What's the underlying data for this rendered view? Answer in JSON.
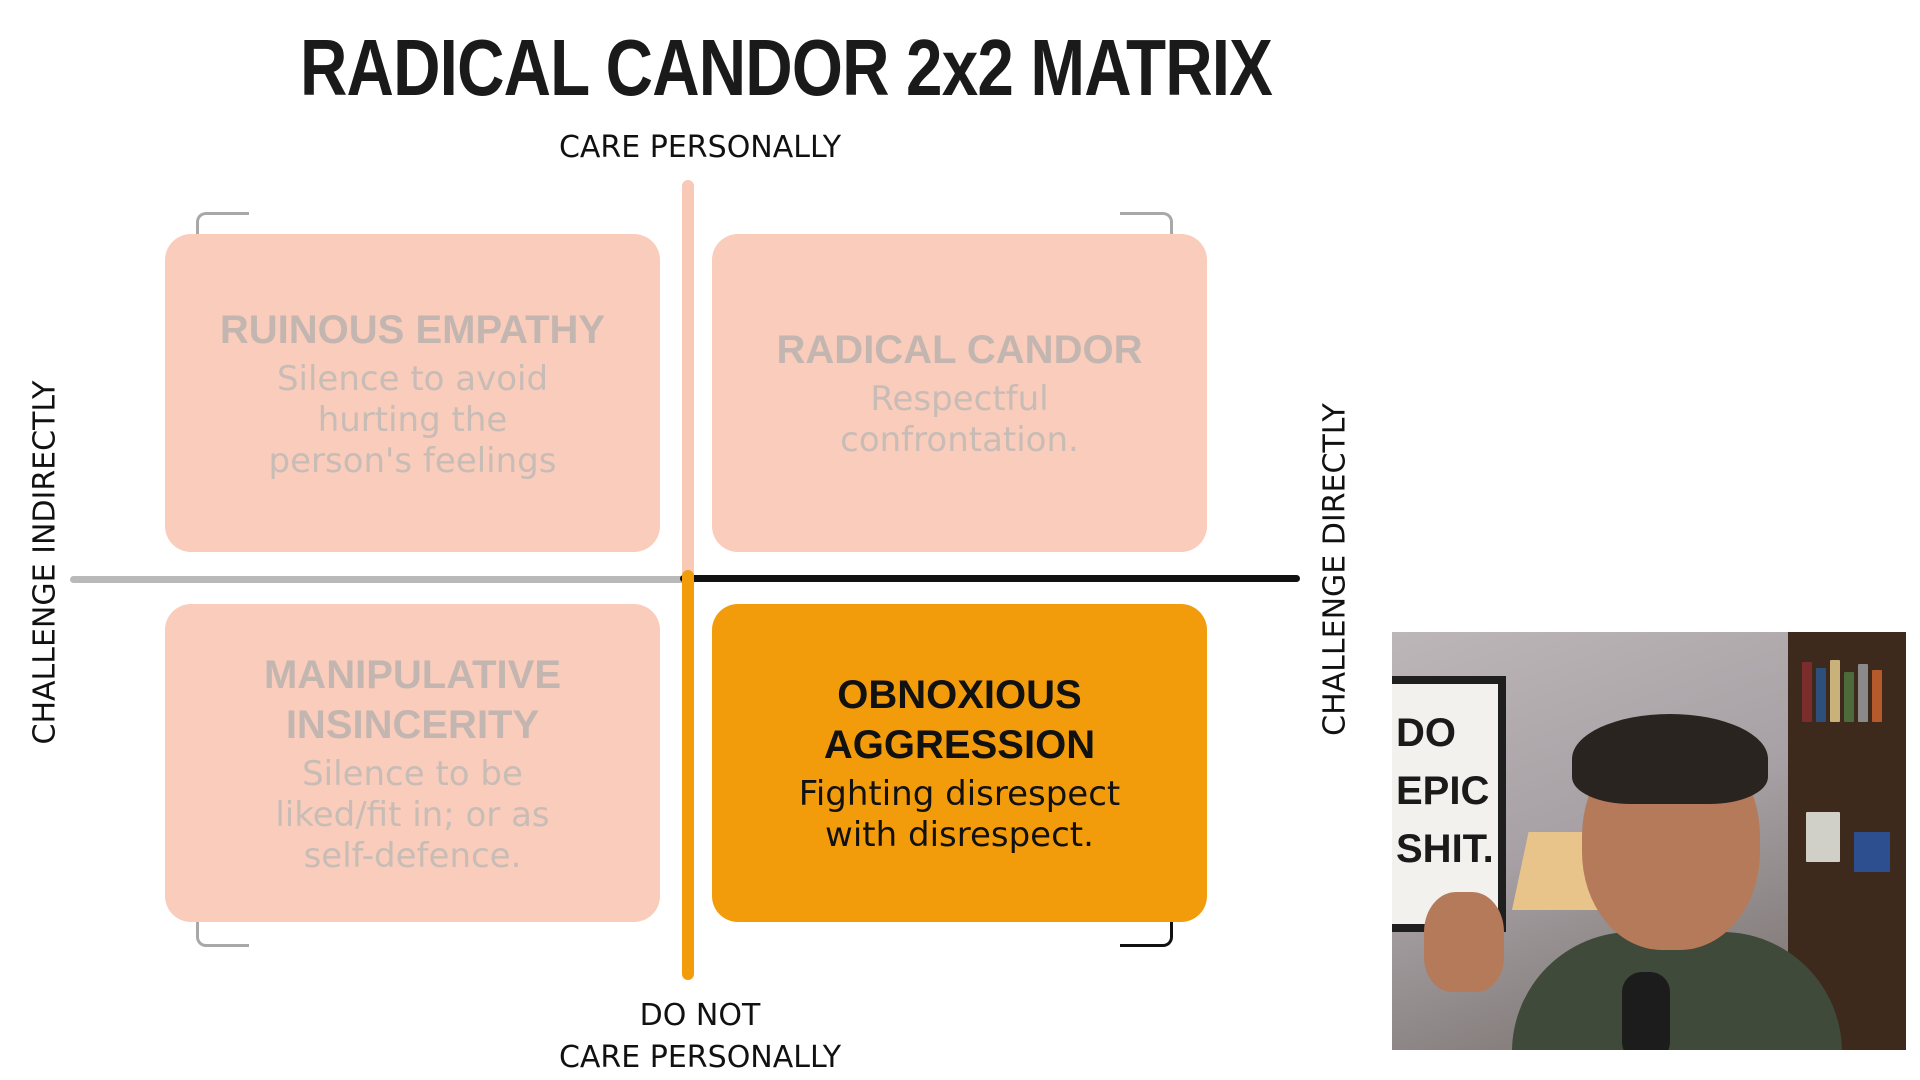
{
  "title": "RADICAL CANDOR 2x2 MATRIX",
  "axes": {
    "top": "CARE PERSONALLY",
    "bottom_line1": "DO NOT",
    "bottom_line2": "CARE PERSONALLY",
    "left": "CHALLENGE INDIRECTLY",
    "right": "CHALLENGE DIRECTLY"
  },
  "quadrants": {
    "top_left": {
      "title": "RUINOUS EMPATHY",
      "desc": "Silence to avoid hurting the person's feelings"
    },
    "top_right": {
      "title": "RADICAL CANDOR",
      "desc": "Respectful confrontation."
    },
    "bottom_left": {
      "title": "MANIPULATIVE INSINCERITY",
      "desc": "Silence to be liked/fit in; or as self-defence."
    },
    "bottom_right": {
      "title": "OBNOXIOUS AGGRESSION",
      "desc": "Fighting disrespect with disrespect."
    }
  },
  "webcam": {
    "poster_text": "DO\nEPIC\nSHIT."
  },
  "colors": {
    "faded_quadrant": "#f9ccbb",
    "highlight_quadrant": "#f39c0b",
    "faded_text": "#c3b6b1"
  }
}
